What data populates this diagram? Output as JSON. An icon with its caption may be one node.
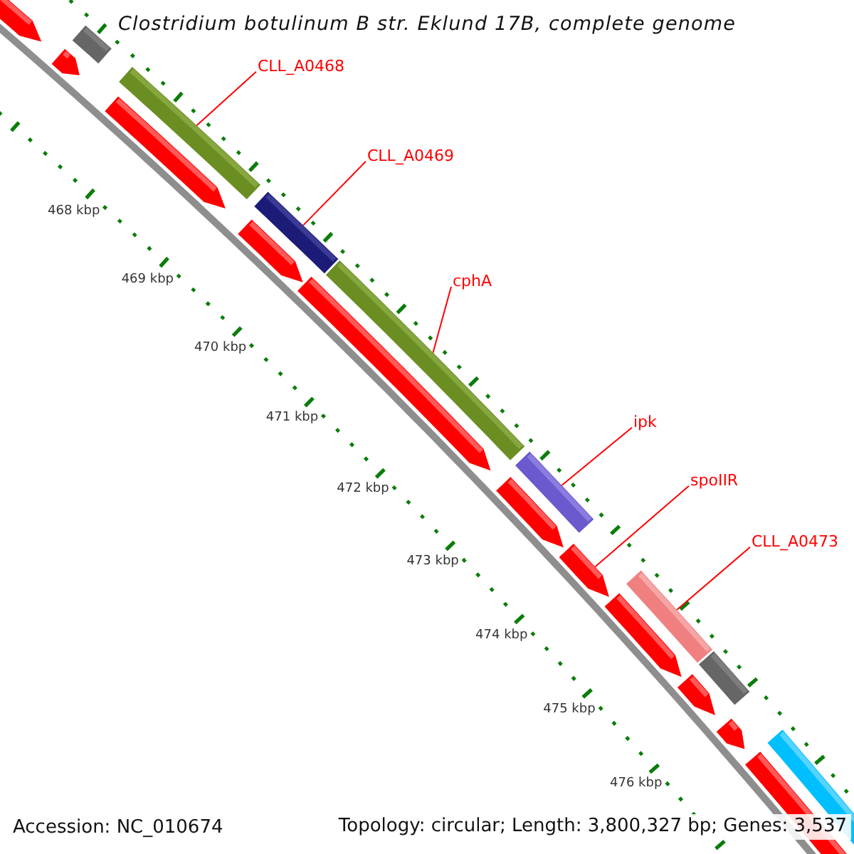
{
  "diagram": {
    "title": "Clostridium botulinum B str. Eklund 17B, complete genome",
    "nodes": [
      {
        "text": [
          "CLL_A0468"
        ]
      },
      {
        "text": [],
        "shape": "bar"
      },
      {
        "text": [
          "CLL_A0469"
        ]
      },
      {
        "text": [],
        "shape": "bar"
      },
      {
        "text": [
          "cphA"
        ]
      },
      {
        "text": [],
        "shape": "bar"
      },
      {
        "text": [
          "ipk"
        ]
      },
      {
        "text": [],
        "shape": "bar"
      },
      {
        "text": [
          "spoIIR"
        ]
      },
      {
        "text": [],
        "shape": "arrow"
      },
      {
        "text": [
          "CLL_A0473"
        ]
      },
      {
        "text": [],
        "shape": "bar"
      }
    ],
    "edges": [
      {
        "from": 0,
        "to": 1,
        "arrow": "none"
      },
      {
        "from": 2,
        "to": 3,
        "arrow": "none"
      },
      {
        "from": 4,
        "to": 5,
        "arrow": "none"
      },
      {
        "from": 6,
        "to": 7,
        "arrow": "none"
      },
      {
        "from": 8,
        "to": 9,
        "arrow": "none"
      },
      {
        "from": 10,
        "to": 11,
        "arrow": "none"
      }
    ],
    "labels": [
      "468 kbp",
      "469 kbp",
      "470 kbp",
      "471 kbp",
      "472 kbp",
      "473 kbp",
      "474 kbp",
      "475 kbp",
      "476 kbp",
      "Accession: NC_010674",
      "Topology: circular; Length: 3,800,327 bp; Genes: 3,537"
    ]
  }
}
